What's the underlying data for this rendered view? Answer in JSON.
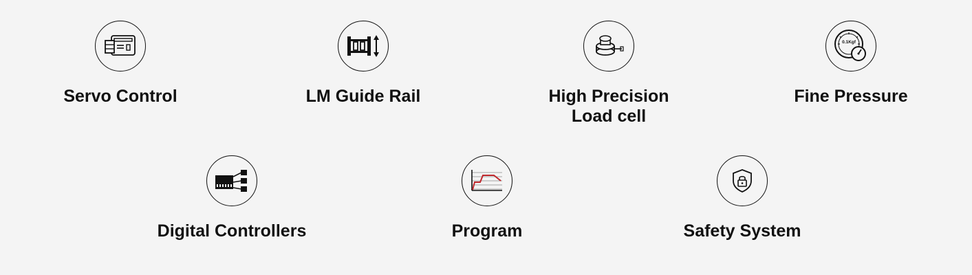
{
  "features_row1": [
    {
      "label": "Servo Control",
      "icon": "servo-control-icon"
    },
    {
      "label": "LM Guide Rail",
      "icon": "lm-guide-rail-icon"
    },
    {
      "label_lines": [
        "High Precision",
        "Load cell"
      ],
      "icon": "load-cell-icon"
    },
    {
      "label": "Fine Pressure",
      "icon": "pressure-gauge-icon",
      "gauge_text": "0.1Kgf"
    }
  ],
  "features_row2": [
    {
      "label": "Digital Controllers",
      "icon": "digital-controller-icon"
    },
    {
      "label": "Program",
      "icon": "program-graph-icon"
    },
    {
      "label": "Safety System",
      "icon": "safety-shield-lock-icon"
    }
  ],
  "colors": {
    "background": "#f4f4f4",
    "text": "#111111",
    "accent": "#c0282d"
  }
}
